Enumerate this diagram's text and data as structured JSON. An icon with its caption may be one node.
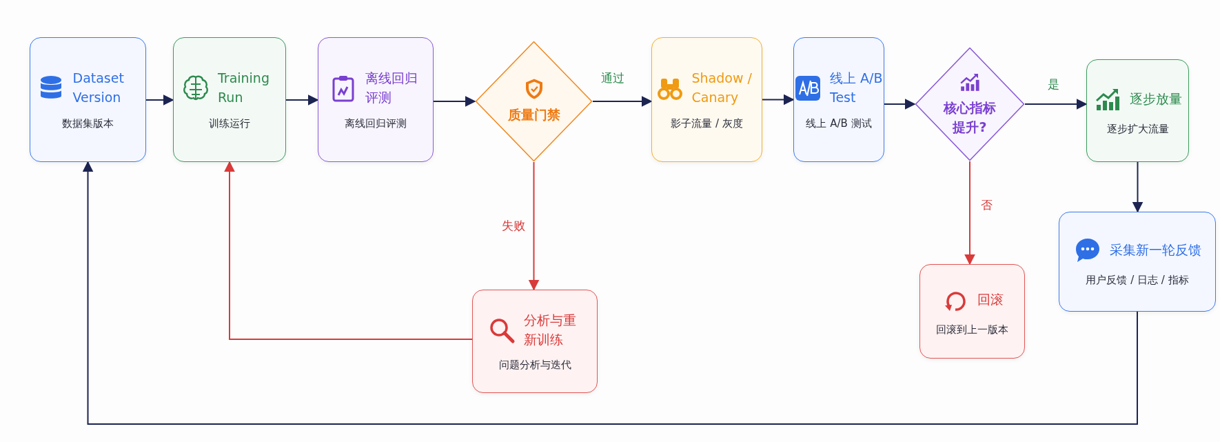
{
  "diagram": {
    "nodes": [
      {
        "text": [
          "Dataset Version",
          "数据集版本"
        ]
      },
      {
        "text": [
          "Training Run",
          "训练运行"
        ]
      },
      {
        "text": [
          "离线回归评测",
          "离线回归评测"
        ]
      },
      {
        "text": [
          "质量门禁"
        ]
      },
      {
        "text": [
          "Shadow / Canary",
          "影子流量 / 灰度"
        ]
      },
      {
        "text": [
          "线上 A/B Test",
          "线上 A/B 测试"
        ]
      },
      {
        "text": [
          "核心指标提升?"
        ]
      },
      {
        "text": [
          "逐步放量",
          "逐步扩大流量"
        ]
      },
      {
        "text": [
          "采集新一轮反馈",
          "用户反馈 / 日志 / 指标"
        ]
      },
      {
        "text": [
          "分析与重新训练",
          "问题分析与迭代"
        ]
      },
      {
        "text": [
          "回滚",
          "回滚到上一版本"
        ]
      }
    ],
    "edges": [
      {
        "from": 0,
        "to": 1,
        "arrow": "to"
      },
      {
        "from": 1,
        "to": 2,
        "arrow": "to"
      },
      {
        "from": 2,
        "to": 3,
        "arrow": "to"
      },
      {
        "from": 3,
        "to": 4,
        "arrow": "to",
        "label": "通过"
      },
      {
        "from": 4,
        "to": 5,
        "arrow": "to"
      },
      {
        "from": 5,
        "to": 6,
        "arrow": "to"
      },
      {
        "from": 6,
        "to": 7,
        "arrow": "to",
        "label": "是"
      },
      {
        "from": 7,
        "to": 8,
        "arrow": "to"
      },
      {
        "from": 3,
        "to": 9,
        "arrow": "to",
        "label": "失败",
        "color": "#d93a3a"
      },
      {
        "from": 9,
        "to": 1,
        "arrow": "to",
        "color": "#d93a3a"
      },
      {
        "from": 6,
        "to": 10,
        "arrow": "to",
        "label": "否",
        "color": "#d93a3a"
      },
      {
        "from": 8,
        "to": 0,
        "arrow": "to"
      }
    ]
  }
}
